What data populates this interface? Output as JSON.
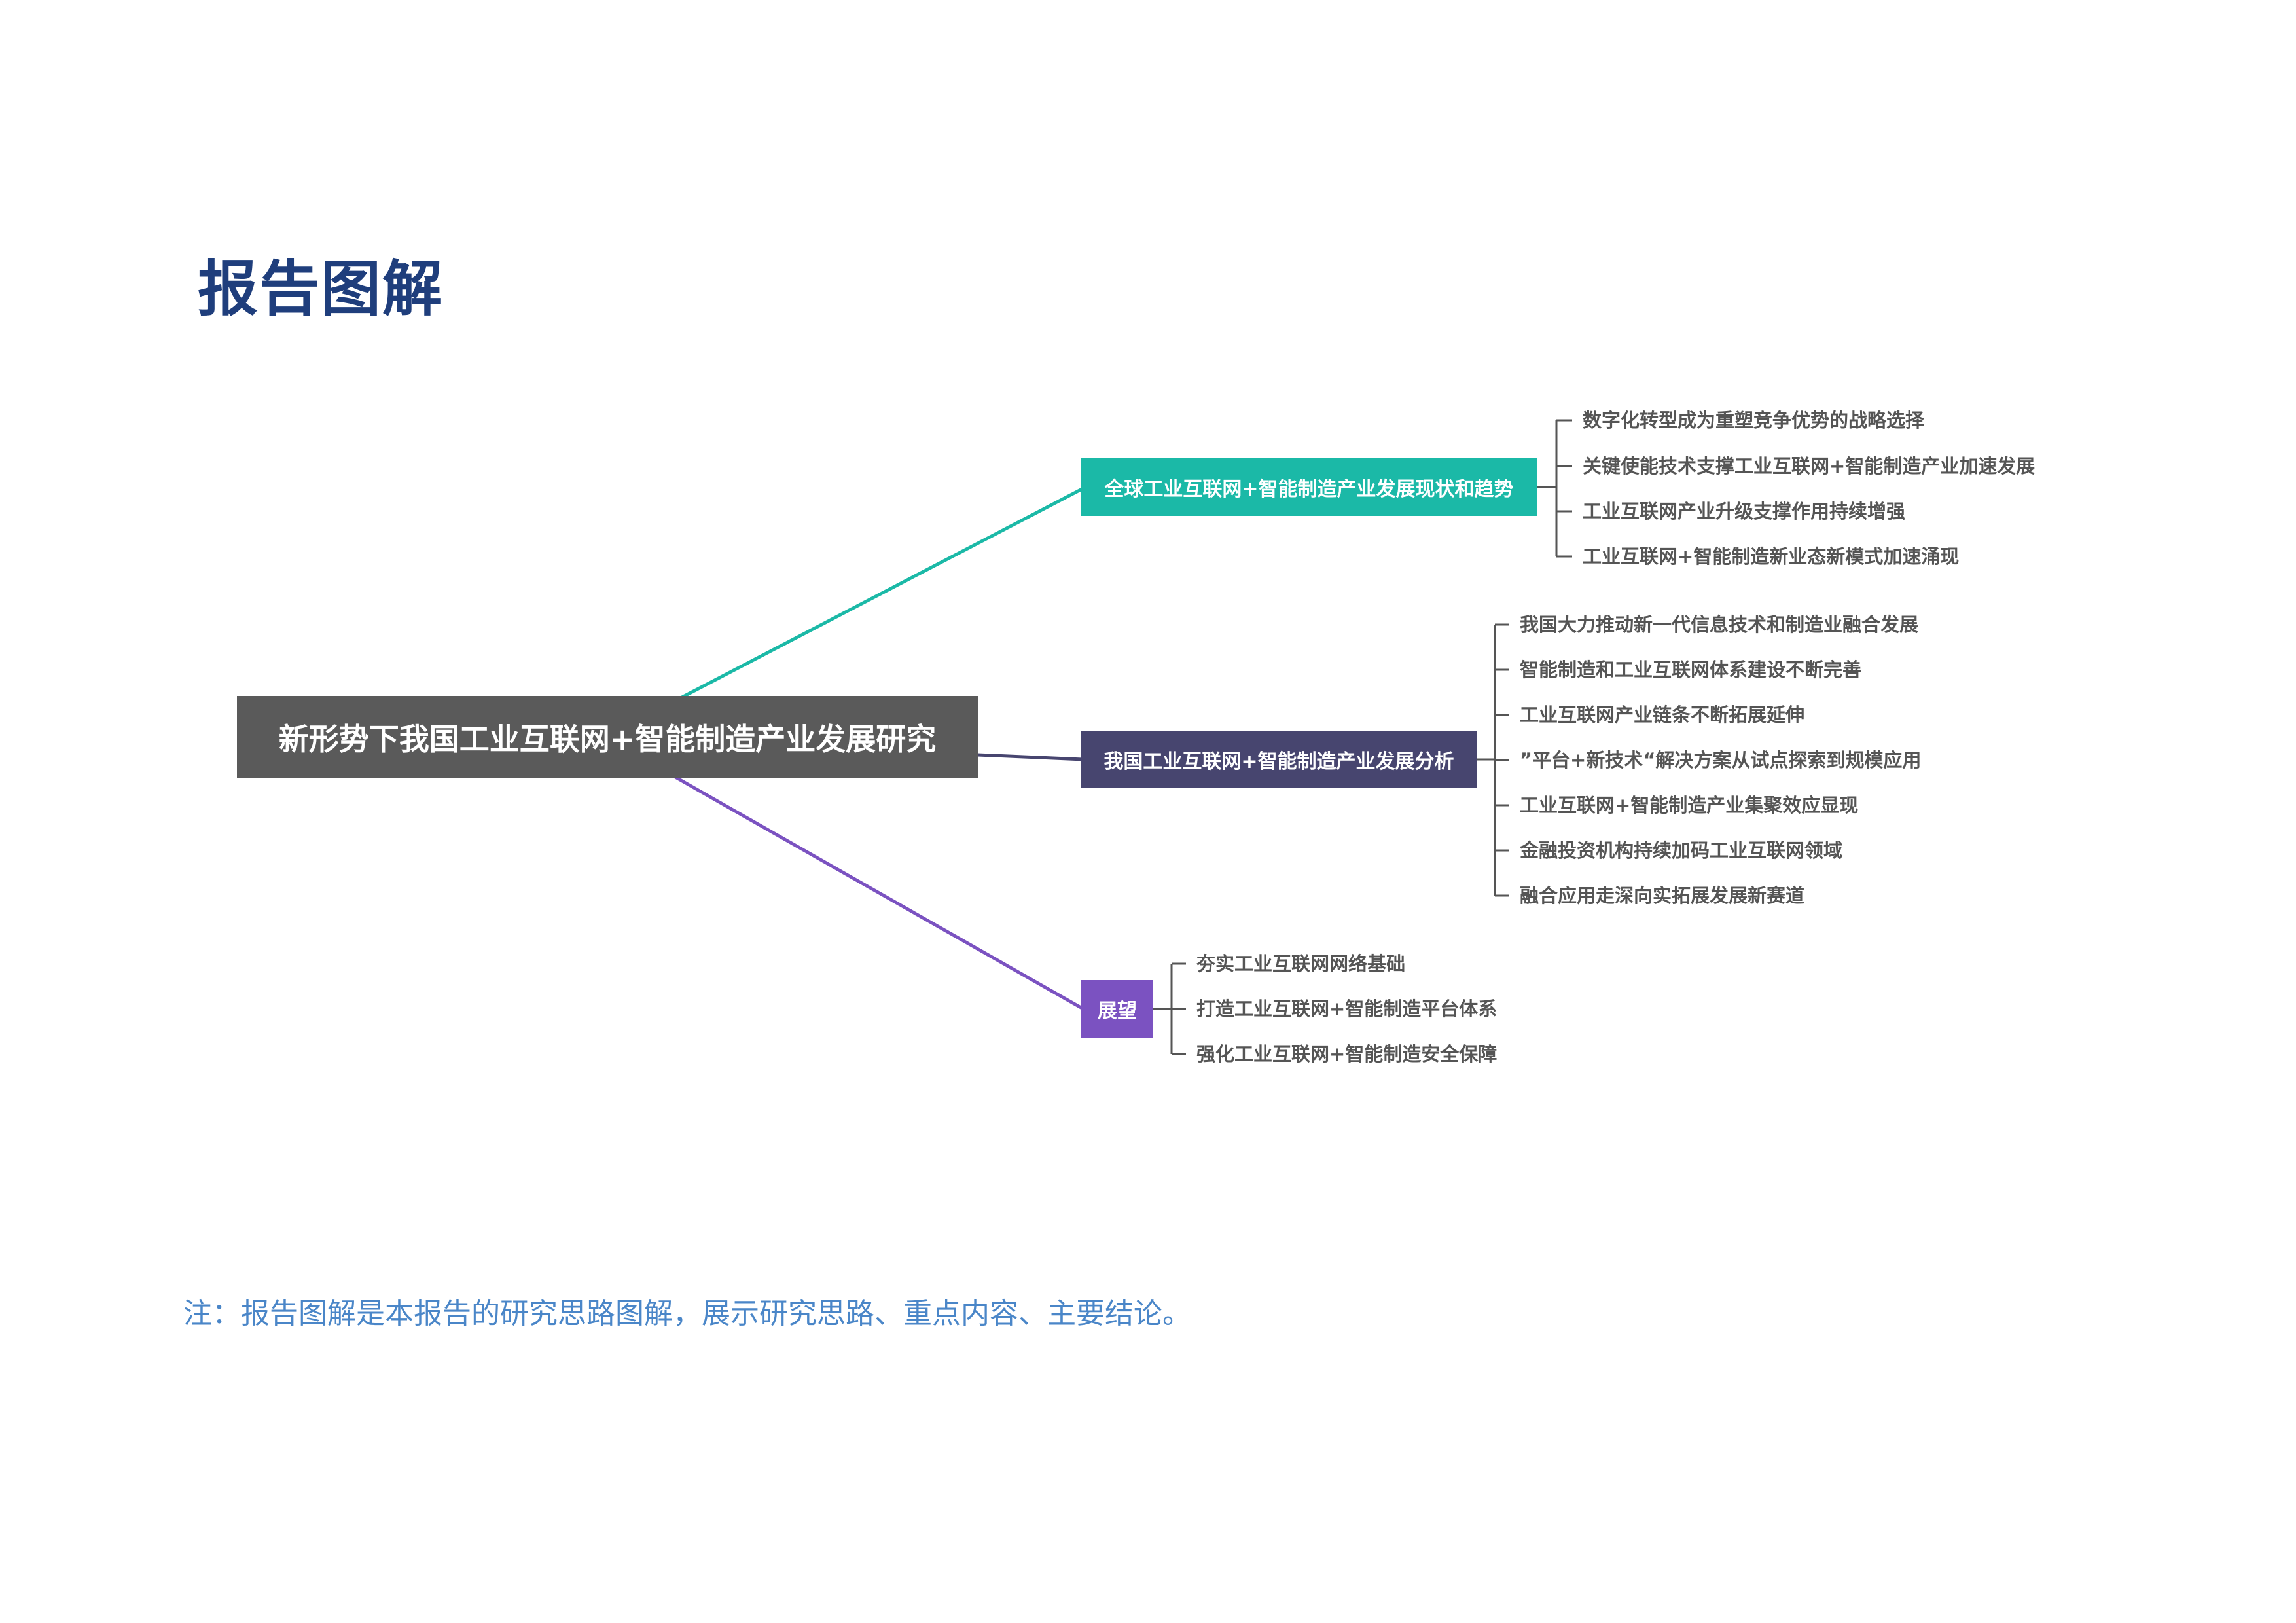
{
  "page": {
    "title": "报告图解",
    "footnote": "注：报告图解是本报告的研究思路图解，展示研究思路、重点内容、主要结论。"
  },
  "mindmap": {
    "root": {
      "label": "新形势下我国工业互联网+智能制造产业发展研究",
      "color": "#5a5a5a"
    },
    "branches": [
      {
        "label": "全球工业互联网+智能制造产业发展现状和趋势",
        "color": "#1bb9a7",
        "items": [
          "数字化转型成为重塑竞争优势的战略选择",
          "关键使能技术支撑工业互联网+智能制造产业加速发展",
          "工业互联网产业升级支撑作用持续增强",
          "工业互联网+智能制造新业态新模式加速涌现"
        ]
      },
      {
        "label": "我国工业互联网+智能制造产业发展分析",
        "color": "#47456f",
        "items": [
          "我国大力推动新一代信息技术和制造业融合发展",
          "智能制造和工业互联网体系建设不断完善",
          "工业互联网产业链条不断拓展延伸",
          "”平台+新技术“解决方案从试点探索到规模应用",
          "工业互联网+智能制造产业集聚效应显现",
          "金融投资机构持续加码工业互联网领域",
          "融合应用走深向实拓展发展新赛道"
        ]
      },
      {
        "label": "展望",
        "color": "#7b52c1",
        "items": [
          "夯实工业互联网网络基础",
          "打造工业互联网+智能制造平台体系",
          "强化工业互联网+智能制造安全保障"
        ]
      }
    ]
  }
}
